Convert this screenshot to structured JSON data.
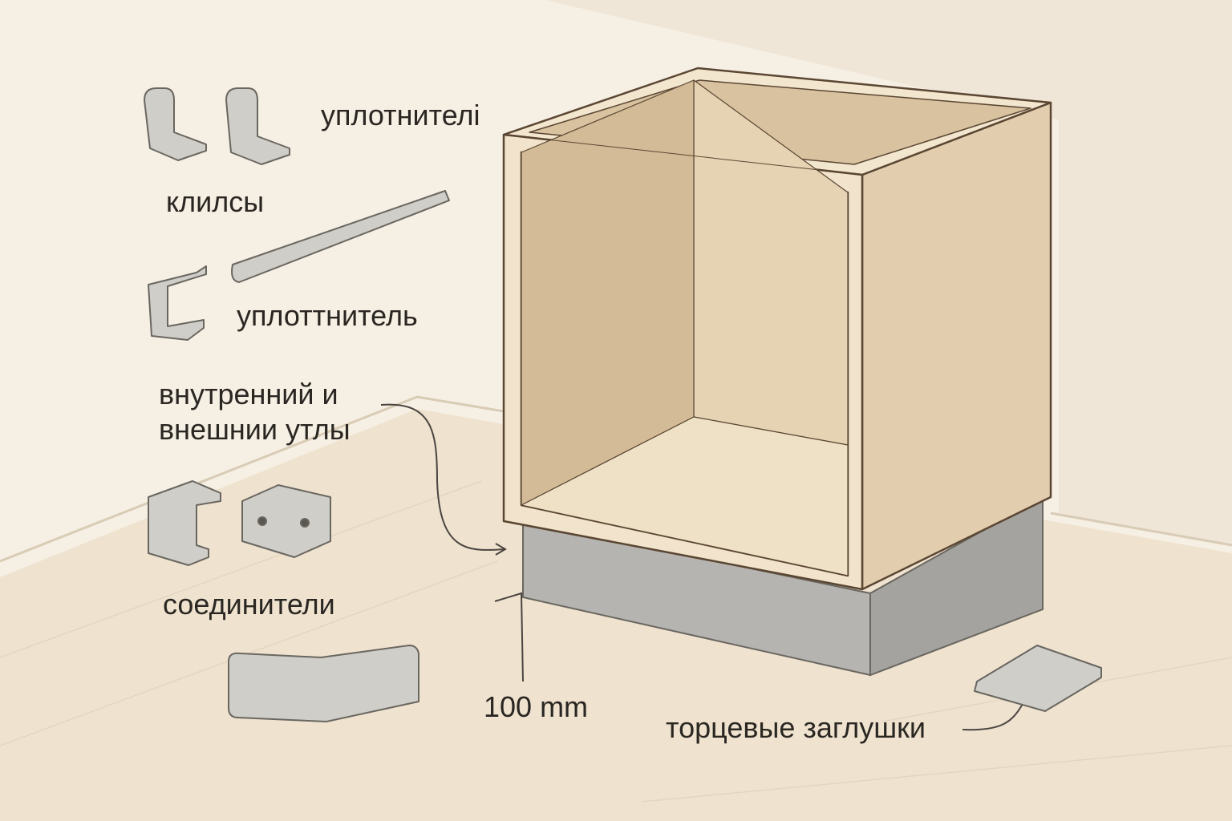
{
  "labels": {
    "seals_top": "уплотнителі",
    "clips": "клилсы",
    "seal": "уплоттнитель",
    "corners_line1": "внутренний и",
    "corners_line2": "внешнии утлы",
    "connectors": "соединители",
    "height": "100 mm",
    "end_caps": "торцевые заглушки"
  },
  "colors": {
    "wall": "#f6efe3",
    "floor": "#efe4d2",
    "cabinet": "#e9d8bd",
    "outline": "#5a4632",
    "plinth": "#b9b8b4",
    "parts": "#c9c8c3"
  }
}
